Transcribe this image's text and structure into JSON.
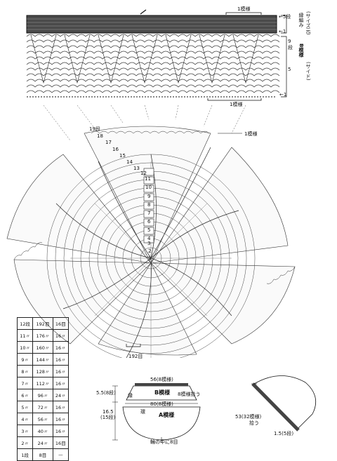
{
  "top_band": {
    "pattern_label": "1模様",
    "right_labels": {
      "row5": "←5段",
      "row1": "←1",
      "row9": "9",
      "dan": "段",
      "row5b": "5",
      "row1b": "←1"
    },
    "vertical_side_label": "(サイズ元)",
    "vertical_rib_label": "縁編み",
    "vertical_pattern_label": "B模様",
    "vertical_side2_label": "(サイド)",
    "bottom_pattern_label": "1模様"
  },
  "circle": {
    "row_labels": [
      "19段",
      "18",
      "17",
      "16",
      "15",
      "14",
      "13",
      "12",
      "11",
      "10",
      "9",
      "8",
      "7",
      "6",
      "5",
      "4",
      "3",
      "2",
      "1"
    ],
    "top_right_label": "1模様",
    "bottom_label": "192目"
  },
  "table": {
    "rows": [
      [
        "12段",
        "192目",
        "16目"
      ],
      [
        "11〃",
        "176〃",
        "16〃"
      ],
      [
        "10〃",
        "160〃",
        "16〃"
      ],
      [
        "9〃",
        "144〃",
        "16〃"
      ],
      [
        "8〃",
        "128〃",
        "16〃"
      ],
      [
        "7〃",
        "112〃",
        "16〃"
      ],
      [
        "6〃",
        "96〃",
        "24〃"
      ],
      [
        "5〃",
        "72〃",
        "16〃"
      ],
      [
        "4〃",
        "56〃",
        "16〃"
      ],
      [
        "3〃",
        "40〃",
        "16〃"
      ],
      [
        "2〃",
        "24〃",
        "16目"
      ],
      [
        "1段",
        "8目",
        "—"
      ]
    ]
  },
  "hat_diagram": {
    "top_label": "56(8模様)",
    "b_label": "B模様",
    "b_side_label": "8模様拾う",
    "mid_label": "80(8模様)",
    "a_label": "A模様",
    "ring_label": "輪の中に8目",
    "left_dim": "5.5",
    "left_dim_b": "(8段)",
    "left_dim2": "16.5",
    "left_dim2_b": "(15段)",
    "side_rib": "縁",
    "side_rib2": "環"
  },
  "rib_diagram": {
    "label1": "53(32模様)",
    "label1b": "拾う",
    "label2": "1.5(5段)"
  }
}
